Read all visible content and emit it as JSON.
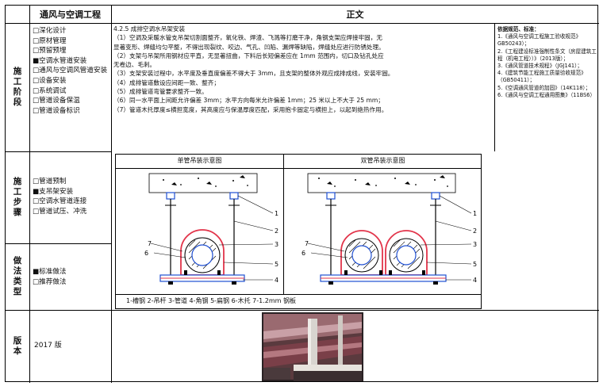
{
  "header": {
    "section": "通风与空调工程",
    "content": "正文"
  },
  "rows": {
    "stage": {
      "label": [
        "施",
        "工",
        "阶",
        "段"
      ],
      "items": [
        "□深化设计",
        "□原材管理",
        "□预留预埋",
        "■空调水管道安装",
        "□通风与空调风管道安装",
        "□设备安装",
        "□系统调试",
        "□管道设备保温",
        "□管道设备标识"
      ]
    },
    "steps": {
      "label": [
        "施",
        "工",
        "步",
        "骤"
      ],
      "items": [
        "□管道预制",
        "■支吊架安装",
        "□空调水管道连接",
        "□管道试压、冲洗"
      ]
    },
    "method": {
      "label": [
        "做",
        "法",
        "类",
        "型"
      ],
      "items": [
        "■标准做法",
        "□推荐做法"
      ]
    },
    "version": {
      "label": [
        "版",
        "本"
      ],
      "value": "2017 版"
    }
  },
  "body": {
    "heading": "4.2.5 成排空调水吊架安装",
    "lines": [
      "（1）空调及采暖水管支吊架切割面整齐，氧化铁、焊渣、飞溅等打磨干净，角钢支架应焊接牢固，无",
      "显著变形、焊缝均匀平整，不得出现裂纹、咬边、气孔、凹陷、漏焊等缺陷，焊缝处应进行防锈处理。",
      "（2）支架与吊架所用钢材应平直，无显著扭曲，下料后长短偏差应在 1mm 范围内，切口及钻孔处应",
      "无卷边、毛刺。",
      "（3）支架安装过程中，水平度及垂直度偏差不得大于 3mm，且支架的整体外观应成排成线，安装牢固。",
      "（4）成排管道敷设应间距一致、整齐；",
      "（5）成排管道弯管要求整齐一致。",
      "（6）同一水平面上间距允许偏差 3mm；水平方向每米允许偏差 1mm；25 米以上不大于 25 mm；",
      "（7）管道木托厚度≤横担宽度，其高度应与保温厚度匹配，采用抱卡固定与横担上，以起到绝热作用。"
    ]
  },
  "references": {
    "title": "依据规范、标准：",
    "items": [
      "1.《通风与空调工程施工验收规范》GB50243）；",
      "2.《工程建设标准强制性条文（房屋建筑工程（机电工程））》（2013版）；",
      "3.《通风管道技术规程》（JGJ141）；",
      "4.《建筑节能工程施工质量验收规范》（GB50411）；",
      "5.《空调通风管道的加固》（14K118）；",
      "6.《通风与空调工程通用图集》（11BS6）"
    ]
  },
  "diagrams": {
    "single_title": "单管吊装示意图",
    "double_title": "双管吊装示意图",
    "labels": [
      "1",
      "2",
      "3",
      "4",
      "5",
      "6",
      "7"
    ],
    "caption": "1-槽钢 2-吊杆 3-管道 4-角钢 5-扁钢 6-木托 7-1.2mm 钢板"
  }
}
